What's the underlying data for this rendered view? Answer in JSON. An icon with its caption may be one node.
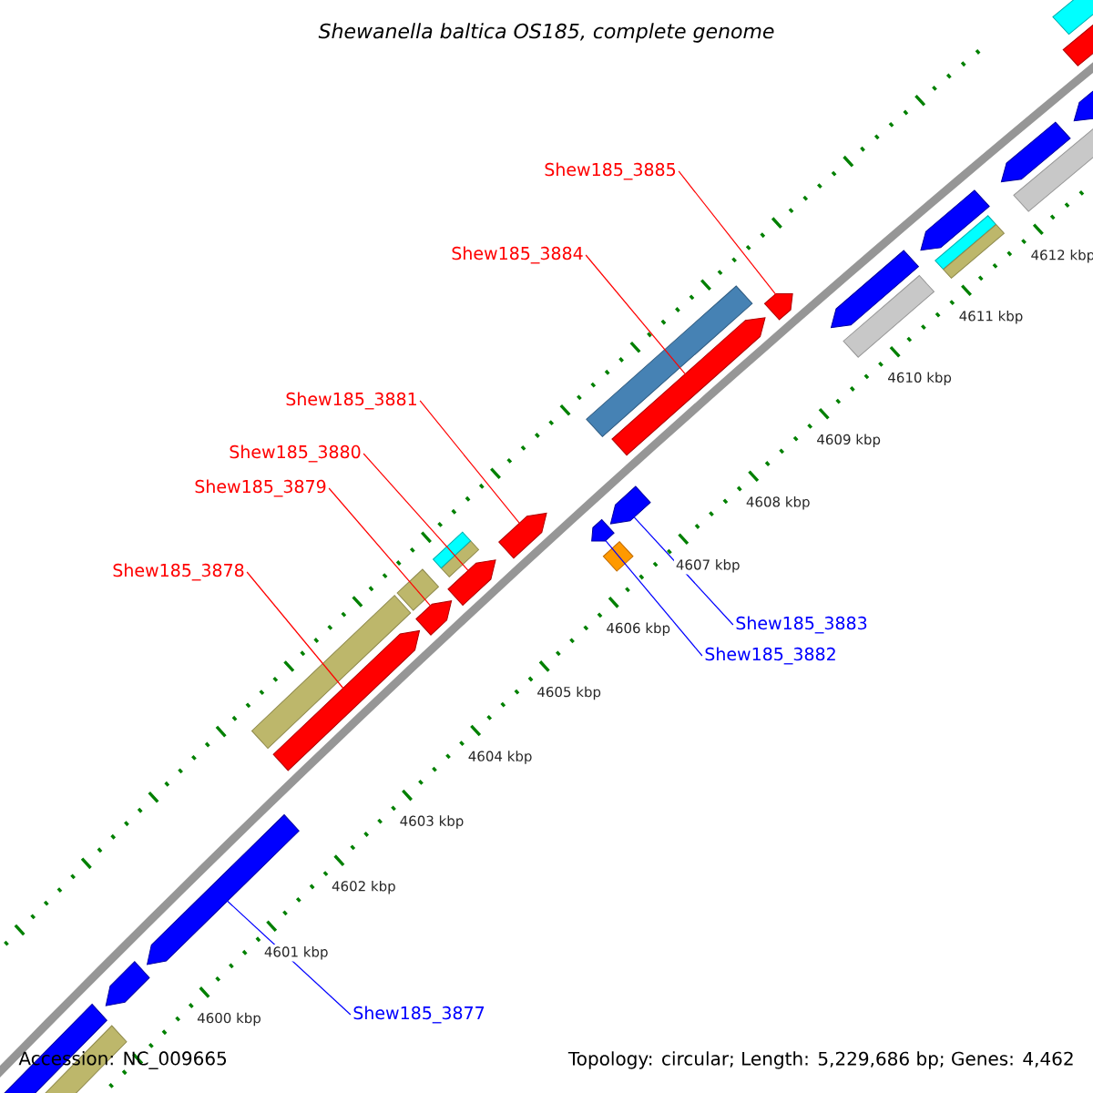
{
  "diagram": {
    "title": "Shewanella baltica OS185, complete genome",
    "nodes": [
      {
        "text": [
          "Shew185_3885"
        ]
      },
      {
        "text": [
          "Shew185_3884"
        ]
      },
      {
        "text": [
          "Shew185_3881"
        ]
      },
      {
        "text": [
          "Shew185_3880"
        ]
      },
      {
        "text": [
          "Shew185_3879"
        ]
      },
      {
        "text": [
          "Shew185_3878"
        ]
      },
      {
        "text": [
          "Shew185_3883"
        ]
      },
      {
        "text": [
          "Shew185_3882"
        ]
      },
      {
        "text": [
          "Shew185_3877"
        ]
      },
      {
        "text": [],
        "shape": "bar"
      },
      {
        "text": [],
        "shape": "bar"
      },
      {
        "text": [],
        "shape": "bar"
      },
      {
        "text": [],
        "shape": "bar"
      },
      {
        "text": [],
        "shape": "bar"
      },
      {
        "text": [],
        "shape": "bar"
      },
      {
        "text": [],
        "shape": "bar"
      },
      {
        "text": [],
        "shape": "bar"
      },
      {
        "text": [],
        "shape": "bar"
      },
      {
        "text": [],
        "shape": "bar"
      },
      {
        "text": [],
        "shape": "bar"
      },
      {
        "text": [],
        "shape": "bar"
      },
      {
        "text": [],
        "shape": "bar"
      },
      {
        "text": [],
        "shape": "bar"
      },
      {
        "text": [],
        "shape": "bar"
      },
      {
        "text": [],
        "shape": "bar"
      },
      {
        "text": [],
        "shape": "bar"
      },
      {
        "text": [],
        "shape": "bar"
      },
      {
        "text": [],
        "shape": "bar"
      },
      {
        "text": [],
        "shape": "bar"
      },
      {
        "text": [],
        "shape": "bar"
      },
      {
        "text": [],
        "shape": "bar"
      },
      {
        "text": [],
        "shape": "bar"
      },
      {
        "text": [],
        "shape": "bar"
      },
      {
        "text": [],
        "shape": "bar"
      },
      {
        "text": [],
        "shape": "bar"
      },
      {
        "text": [],
        "shape": "bar"
      },
      {
        "text": [],
        "shape": "bar"
      }
    ],
    "edges": [
      {
        "from": 0,
        "to": 9,
        "arrow": "none"
      },
      {
        "from": 1,
        "to": 10,
        "arrow": "none"
      },
      {
        "from": 2,
        "to": 11,
        "arrow": "none"
      },
      {
        "from": 3,
        "to": 12,
        "arrow": "none"
      },
      {
        "from": 4,
        "to": 13,
        "arrow": "none"
      },
      {
        "from": 5,
        "to": 14,
        "arrow": "none"
      },
      {
        "from": 6,
        "to": 15,
        "arrow": "none",
        "color": "#0000ff"
      },
      {
        "from": 7,
        "to": 16,
        "arrow": "none",
        "color": "#0000ff"
      },
      {
        "from": 8,
        "to": 17,
        "arrow": "none",
        "color": "#0000ff"
      }
    ],
    "labels": [
      "4600 kbp",
      "4601 kbp",
      "4602 kbp",
      "4603 kbp",
      "4604 kbp",
      "4605 kbp",
      "4606 kbp",
      "4607 kbp",
      "4608 kbp",
      "4609 kbp",
      "4610 kbp",
      "4611 kbp",
      "4612 kbp",
      "Accession: NC_009665",
      "Topology: circular; Length: 5,229,686 bp; Genes: 4,462"
    ]
  }
}
